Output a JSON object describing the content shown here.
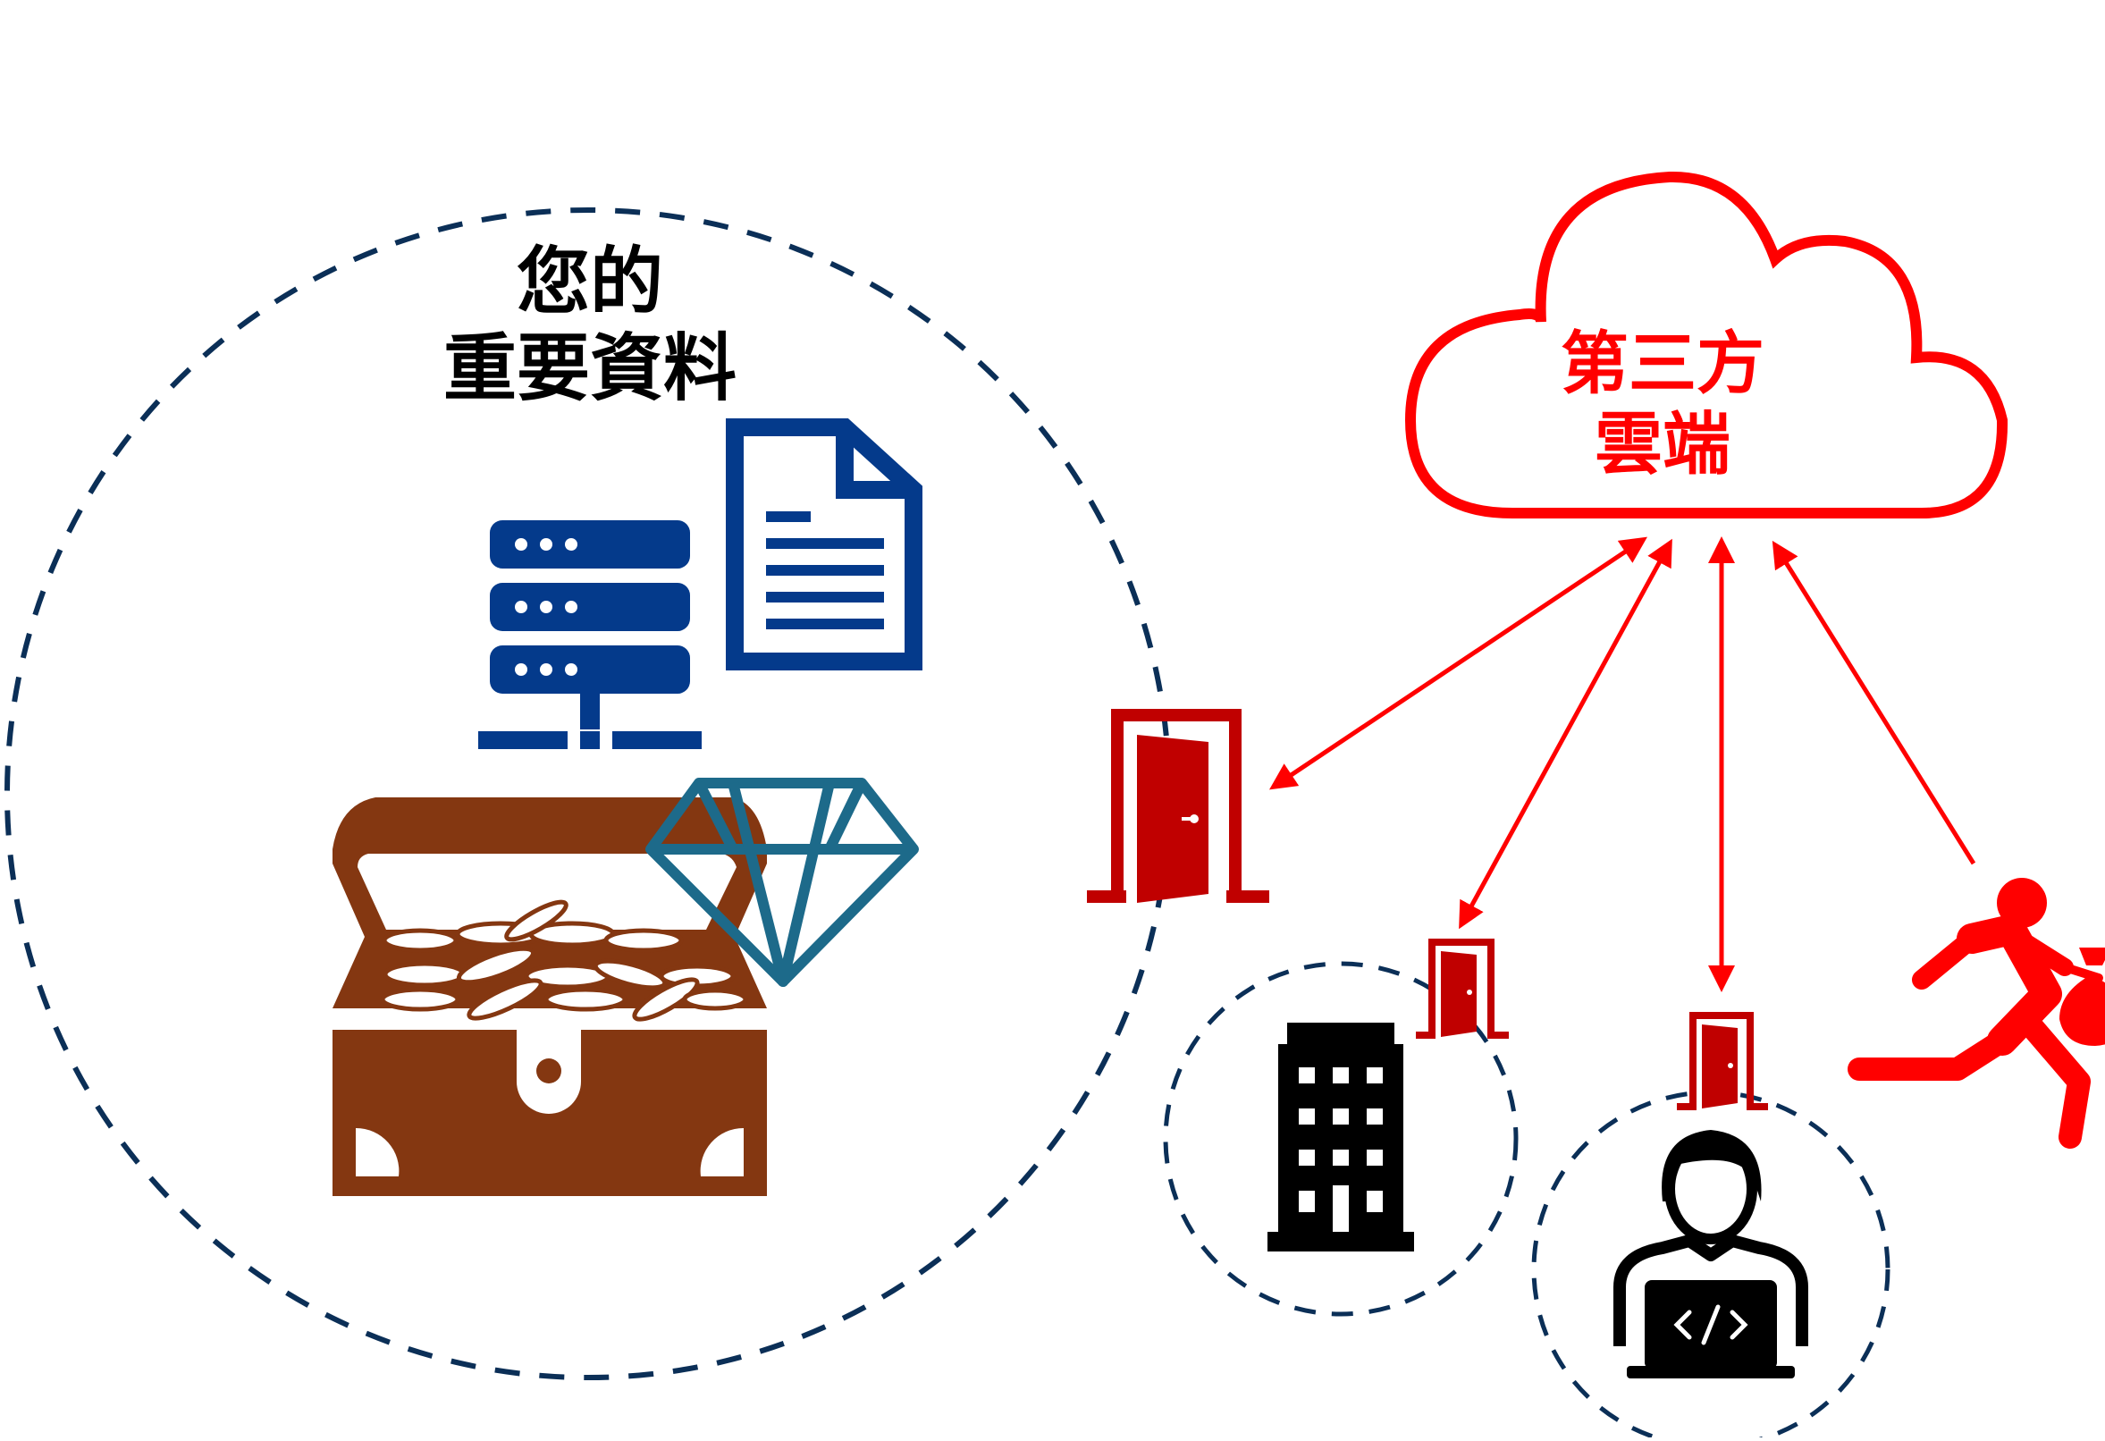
{
  "your_data": {
    "label_line1": "您的",
    "label_line2": "重要資料"
  },
  "cloud": {
    "label_line1": "第三方",
    "label_line2": "雲端"
  },
  "colors": {
    "dashed_circle": "#0b2f57",
    "server": "#043a8b",
    "document": "#043a8b",
    "chest": "#843711",
    "diamond": "#1d6a8a",
    "red_door": "#c00000",
    "cloud_red": "#ff0000",
    "building": "#000000",
    "developer": "#000000",
    "thief": "#ff0000"
  },
  "icons": [
    "server-icon",
    "document-icon",
    "treasure-chest-icon",
    "diamond-icon",
    "door-icon",
    "cloud-icon",
    "office-building-icon",
    "developer-icon",
    "running-thief-icon"
  ]
}
